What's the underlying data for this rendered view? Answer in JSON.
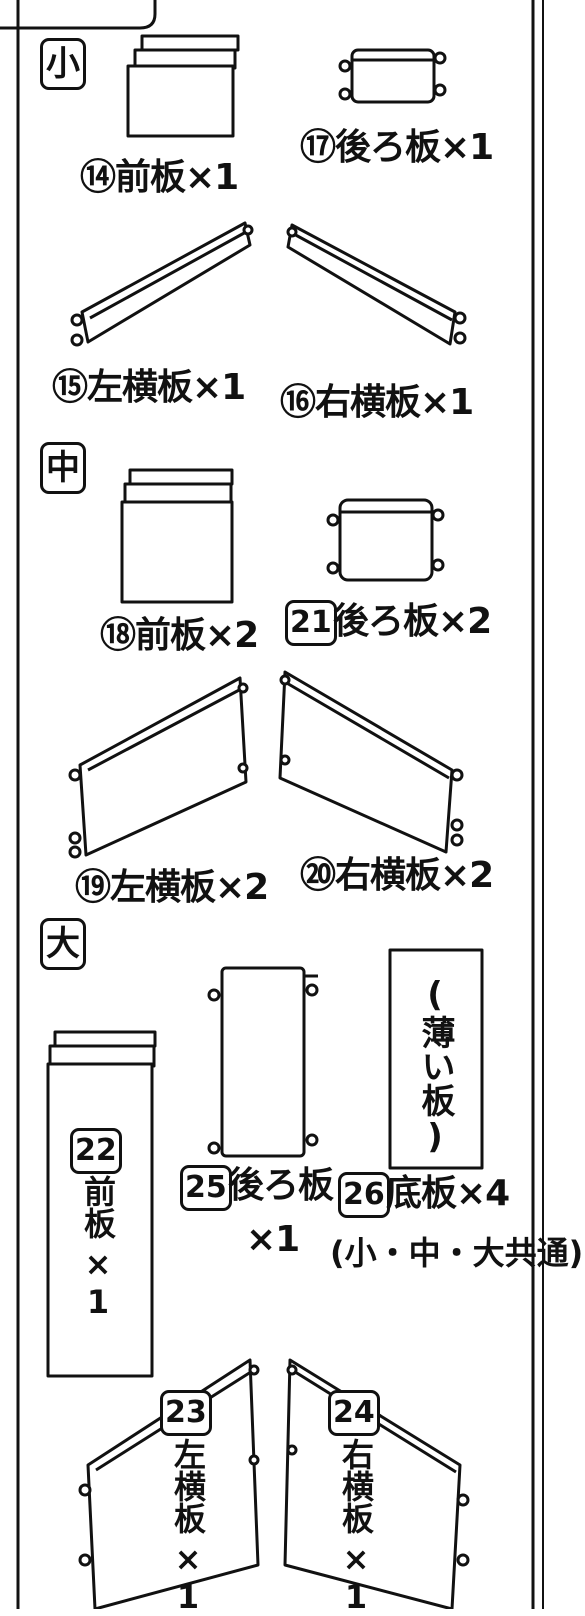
{
  "header": {
    "partial_text": ""
  },
  "sections": {
    "small": {
      "marker": "小",
      "parts": [
        {
          "label": "⑭前板×1"
        },
        {
          "label": "⑰後ろ板×1"
        },
        {
          "label": "⑮左横板×1"
        },
        {
          "label": "⑯右横板×1"
        }
      ]
    },
    "medium": {
      "marker": "中",
      "parts": [
        {
          "label": "⑱前板×2"
        },
        {
          "num": "21",
          "label": "後ろ板×2"
        },
        {
          "label": "⑲左横板×2"
        },
        {
          "label": "⑳右横板×2"
        }
      ]
    },
    "large": {
      "marker": "大",
      "front": {
        "num": "22",
        "label": "前板",
        "qty": "×1"
      },
      "back": {
        "num": "25",
        "label": "後ろ板",
        "qty": "×1"
      },
      "bottom": {
        "num": "26",
        "label": "底板×4",
        "note": "(小・中・大共通)",
        "inner": "(薄い板)"
      },
      "left": {
        "num": "23",
        "label": "左横板",
        "qty": "×1"
      },
      "right": {
        "num": "24",
        "label": "右横板",
        "qty": "×1"
      }
    }
  }
}
